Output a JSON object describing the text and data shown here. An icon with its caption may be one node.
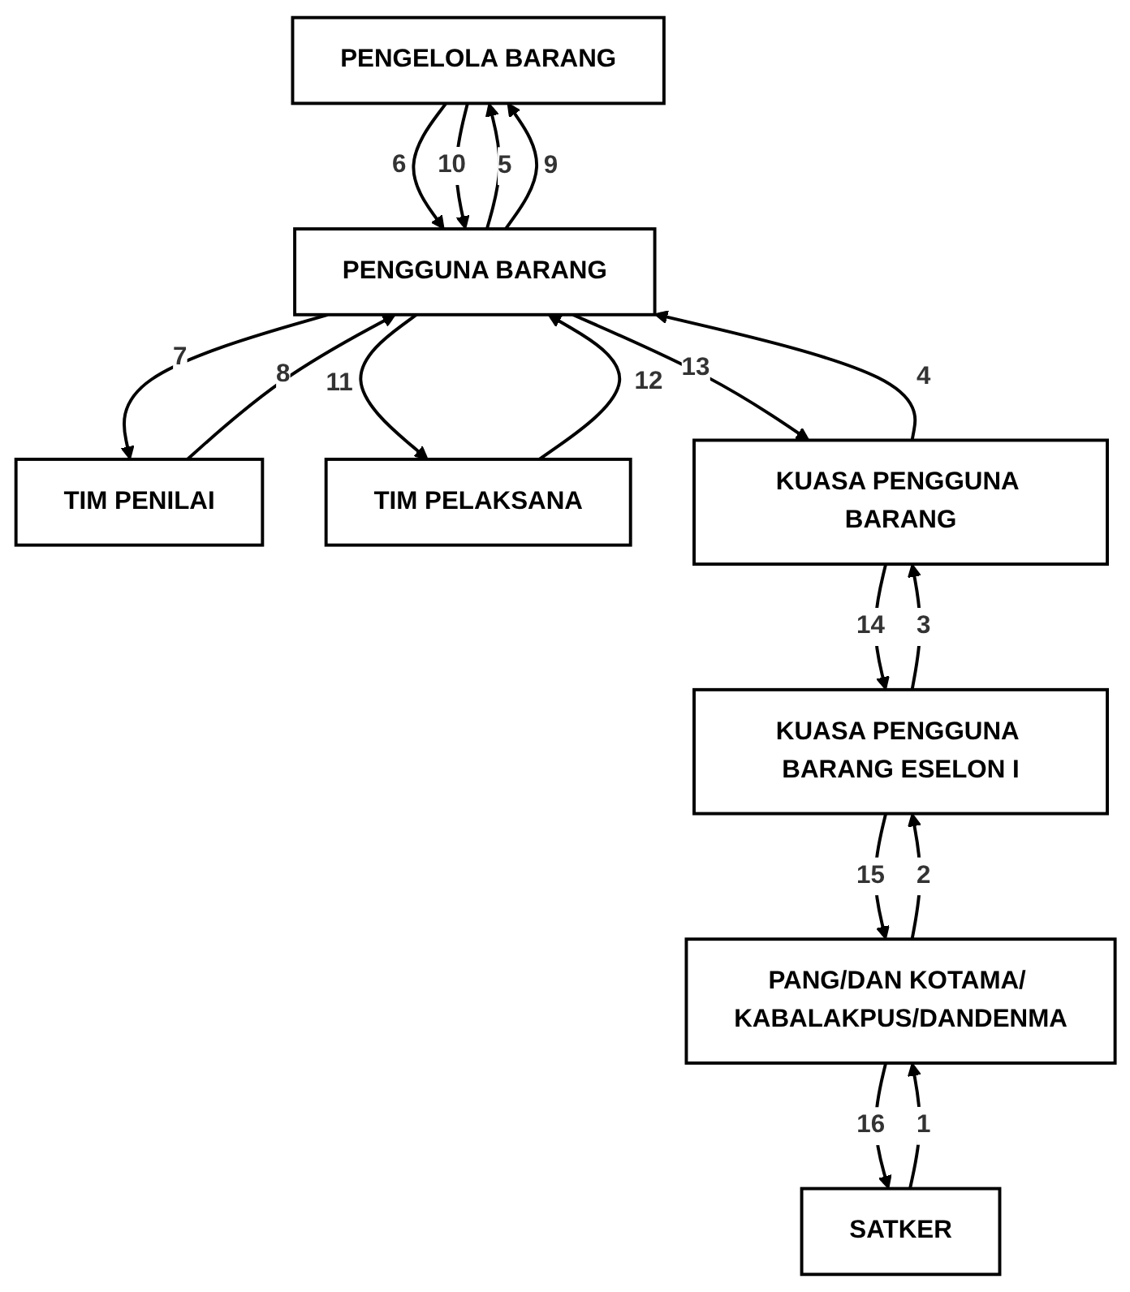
{
  "diagram": {
    "nodes": [
      {
        "text": [
          "PENGELOLA BARANG"
        ]
      },
      {
        "text": [
          "PENGGUNA BARANG"
        ]
      },
      {
        "text": [
          "TIM PENILAI"
        ]
      },
      {
        "text": [
          "TIM PELAKSANA"
        ]
      },
      {
        "text": [
          "KUASA PENGGUNA BARANG"
        ]
      },
      {
        "text": [
          "KUASA PENGGUNA BARANG ESELON I"
        ]
      },
      {
        "text": [
          "PANG/DAN KOTAMA/ KABALAKPUS/DANDENMA"
        ]
      },
      {
        "text": [
          "SATKER"
        ]
      }
    ],
    "edges": [
      {
        "from": 7,
        "to": 6,
        "label": "1",
        "arrow": "to"
      },
      {
        "from": 6,
        "to": 5,
        "label": "2",
        "arrow": "to"
      },
      {
        "from": 5,
        "to": 4,
        "label": "3",
        "arrow": "to"
      },
      {
        "from": 4,
        "to": 1,
        "label": "4",
        "arrow": "to"
      },
      {
        "from": 1,
        "to": 0,
        "label": "5",
        "arrow": "to"
      },
      {
        "from": 0,
        "to": 1,
        "label": "6",
        "arrow": "to"
      },
      {
        "from": 1,
        "to": 2,
        "label": "7",
        "arrow": "to"
      },
      {
        "from": 2,
        "to": 1,
        "label": "8",
        "arrow": "to"
      },
      {
        "from": 1,
        "to": 0,
        "label": "9",
        "arrow": "to"
      },
      {
        "from": 0,
        "to": 1,
        "label": "10",
        "arrow": "to"
      },
      {
        "from": 1,
        "to": 3,
        "label": "11",
        "arrow": "to"
      },
      {
        "from": 3,
        "to": 1,
        "label": "12",
        "arrow": "to"
      },
      {
        "from": 1,
        "to": 4,
        "label": "13",
        "arrow": "to"
      },
      {
        "from": 4,
        "to": 5,
        "label": "14",
        "arrow": "to"
      },
      {
        "from": 5,
        "to": 6,
        "label": "15",
        "arrow": "to"
      },
      {
        "from": 6,
        "to": 7,
        "label": "16",
        "arrow": "to"
      }
    ]
  }
}
